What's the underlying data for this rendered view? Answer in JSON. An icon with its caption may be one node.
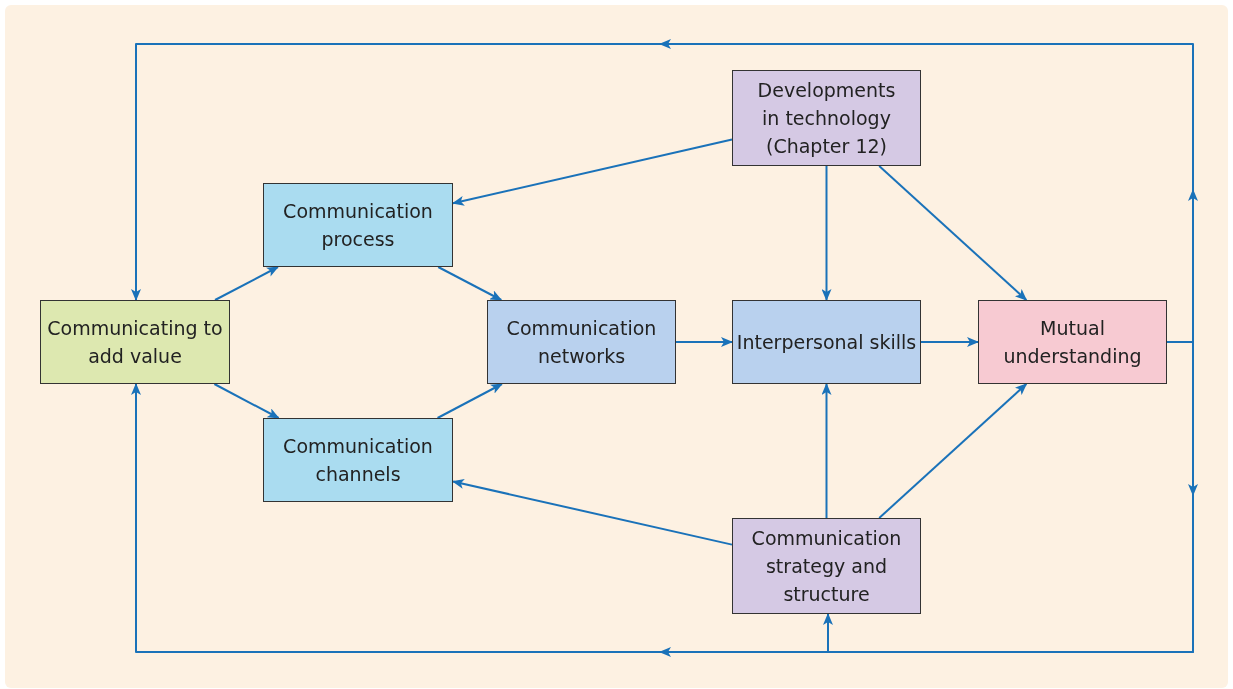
{
  "diagram": {
    "nodes": [
      {
        "text": [
          "Communicating to add value"
        ]
      },
      {
        "text": [
          "Communication process"
        ]
      },
      {
        "text": [
          "Communication channels"
        ]
      },
      {
        "text": [
          "Developments in technology (Chapter 12)"
        ]
      },
      {
        "text": [
          "Communication networks"
        ]
      },
      {
        "text": [
          "Interpersonal skills"
        ]
      },
      {
        "text": [
          "Mutual understanding"
        ]
      },
      {
        "text": [
          "Communication strategy and structure"
        ]
      }
    ],
    "edges": [
      {
        "from": 0,
        "to": 1,
        "arrow": "to"
      },
      {
        "from": 0,
        "to": 2,
        "arrow": "to"
      },
      {
        "from": 3,
        "to": 1,
        "arrow": "to"
      },
      {
        "from": 1,
        "to": 4,
        "arrow": "to"
      },
      {
        "from": 2,
        "to": 4,
        "arrow": "to"
      },
      {
        "from": 7,
        "to": 2,
        "arrow": "to"
      },
      {
        "from": 3,
        "to": 5,
        "arrow": "to"
      },
      {
        "from": 3,
        "to": 6,
        "arrow": "to"
      },
      {
        "from": 4,
        "to": 5,
        "arrow": "to"
      },
      {
        "from": 5,
        "to": 6,
        "arrow": "to"
      },
      {
        "from": 7,
        "to": 5,
        "arrow": "to"
      },
      {
        "from": 7,
        "to": 6,
        "arrow": "to"
      },
      {
        "from": 6,
        "to": 0,
        "arrow": "to"
      },
      {
        "from": 6,
        "to": 0,
        "arrow": "to"
      },
      {
        "from": 6,
        "to": 7,
        "arrow": "to"
      }
    ]
  }
}
